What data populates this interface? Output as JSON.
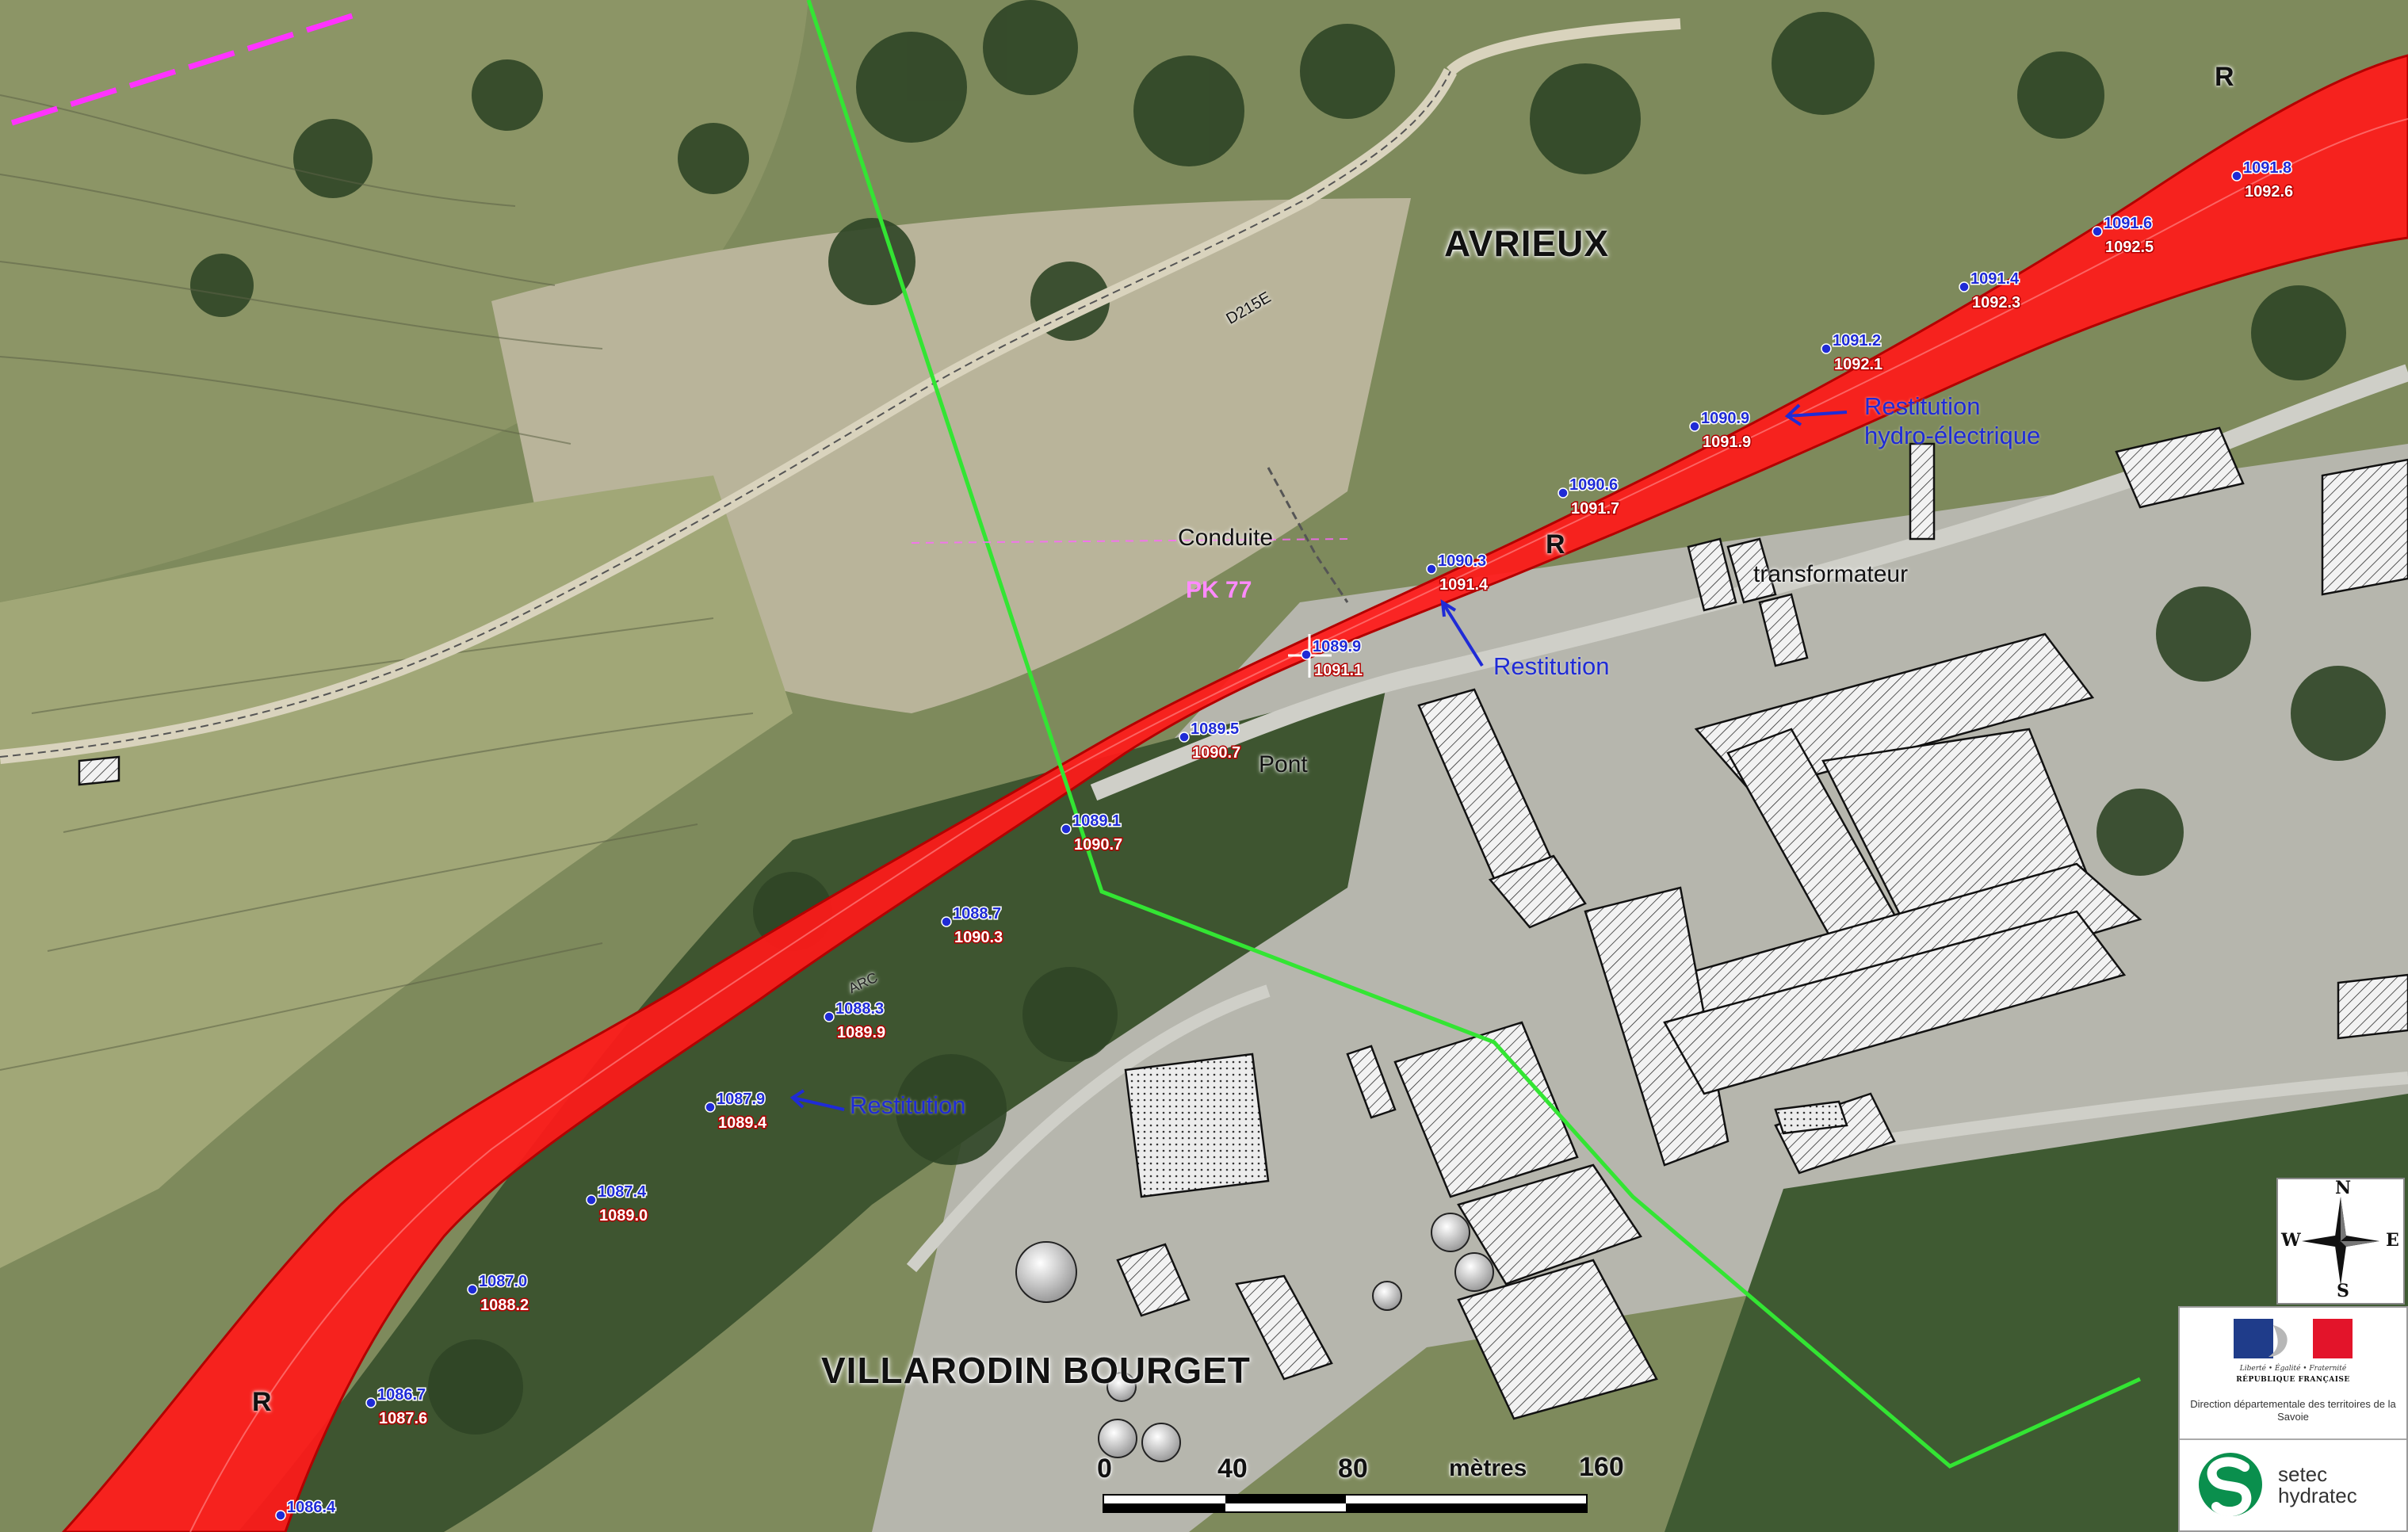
{
  "map": {
    "places": {
      "avrieux": "AVRIEUX",
      "villarodin": "VILLARODIN BOURGET"
    },
    "labels": {
      "conduite": "Conduite",
      "transformateur": "transformateur",
      "pont": "Pont",
      "road": "D215E",
      "river": "ARC",
      "pk": "PK 77"
    },
    "restitutions": [
      {
        "line1": "Restitution",
        "line2": "hydro-électrique"
      },
      {
        "line1": "Restitution"
      },
      {
        "line1": "Restitution"
      }
    ],
    "zone_letter": "R",
    "profiles": [
      {
        "blue": "1091.8",
        "red": "1092.6"
      },
      {
        "blue": "1091.6",
        "red": "1092.5"
      },
      {
        "blue": "1091.4",
        "red": "1092.3"
      },
      {
        "blue": "1091.2",
        "red": "1092.1"
      },
      {
        "blue": "1090.9",
        "red": "1091.9"
      },
      {
        "blue": "1090.6",
        "red": "1091.7"
      },
      {
        "blue": "1090.3",
        "red": "1091.4"
      },
      {
        "blue": "1089.9",
        "red": "1091.1"
      },
      {
        "blue": "1089.5",
        "red": "1090.7"
      },
      {
        "blue": "1089.1",
        "red": "1090.7"
      },
      {
        "blue": "1088.7",
        "red": "1090.3"
      },
      {
        "blue": "1088.3",
        "red": "1089.9"
      },
      {
        "blue": "1087.9",
        "red": "1089.4"
      },
      {
        "blue": "1087.4",
        "red": "1089.0"
      },
      {
        "blue": "1087.0",
        "red": "1088.2"
      },
      {
        "blue": "1086.7",
        "red": "1087.6"
      },
      {
        "blue": "1086.4",
        "red": ""
      }
    ],
    "colors": {
      "flood": "#ff1a1a",
      "flood_edge": "#cc0000",
      "boundary": "#33e533",
      "limit": "#ff33ff",
      "water_level": "#1f2bd6",
      "flood_level": "#ffffff"
    }
  },
  "scale": {
    "ticks": [
      "0",
      "40",
      "80",
      "160"
    ],
    "unit": "mètres"
  },
  "compass": {
    "n": "N",
    "s": "S",
    "e": "E",
    "w": "W"
  },
  "logos": {
    "motto": "Liberté • Égalité • Fraternité",
    "republic": "RÉPUBLIQUE FRANÇAISE",
    "direction": "Direction départementale des territoires de la Savoie",
    "company": "setec",
    "company_sub": "hydratec"
  }
}
